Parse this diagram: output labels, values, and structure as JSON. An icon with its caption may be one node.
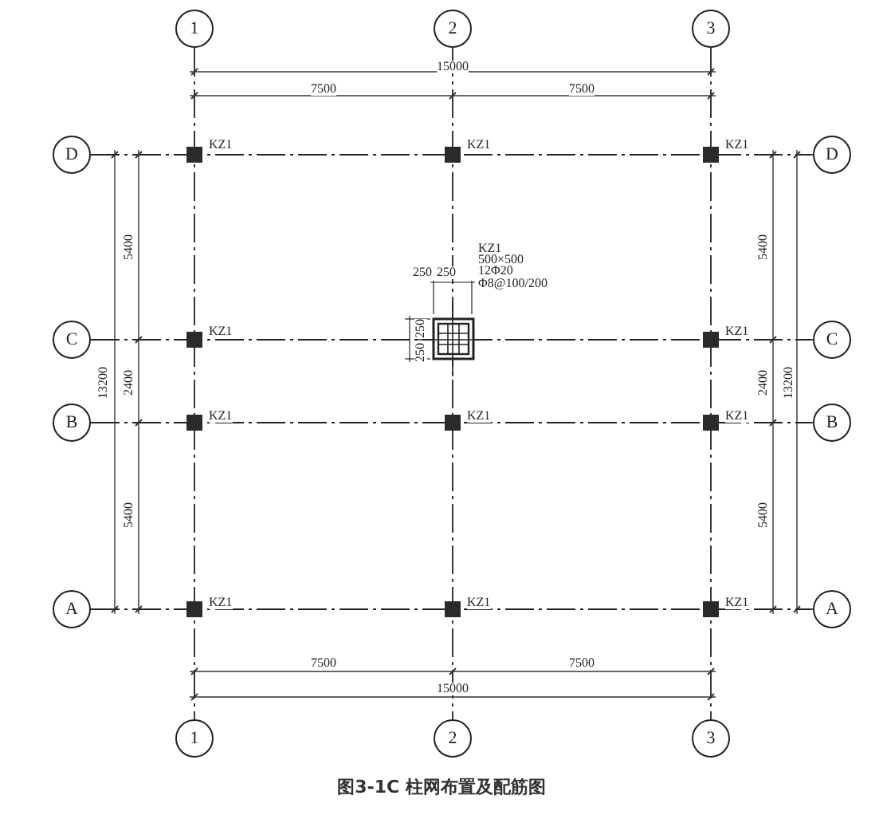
{
  "diagram": {
    "caption": "图3-1C   柱网布置及配筋图",
    "nodes": [
      {
        "text": [
          "1"
        ]
      },
      {
        "text": [
          "2"
        ]
      },
      {
        "text": [
          "3"
        ]
      },
      {
        "text": [
          "D"
        ]
      },
      {
        "text": [
          "D"
        ]
      },
      {
        "text": [
          "C"
        ]
      },
      {
        "text": [
          "C"
        ]
      },
      {
        "text": [
          "B"
        ]
      },
      {
        "text": [
          "B"
        ]
      },
      {
        "text": [
          "A"
        ]
      },
      {
        "text": [
          "A"
        ]
      },
      {
        "text": [
          "1"
        ]
      },
      {
        "text": [
          "2"
        ]
      },
      {
        "text": [
          "3"
        ]
      }
    ],
    "edges": [
      {
        "from": 0,
        "to": 11,
        "arrow": "none",
        "style": "dashed"
      },
      {
        "from": 1,
        "to": 12,
        "arrow": "none",
        "style": "dashed"
      },
      {
        "from": 2,
        "to": 13,
        "arrow": "none",
        "style": "dashed"
      },
      {
        "from": 3,
        "to": 4,
        "arrow": "none",
        "style": "dashed"
      },
      {
        "from": 5,
        "to": 6,
        "arrow": "none",
        "style": "dashed"
      },
      {
        "from": 7,
        "to": 8,
        "arrow": "none",
        "style": "dashed"
      },
      {
        "from": 9,
        "to": 10,
        "arrow": "none",
        "style": "dashed"
      }
    ],
    "labels": [
      "15000",
      "7500",
      "7500",
      "KZ1",
      "KZ1",
      "KZ1",
      "250",
      "250",
      "KZ1",
      "500×500",
      "12Φ20",
      "Φ8@100/200",
      "5400",
      "5400",
      "250",
      "250",
      "KZ1",
      "KZ1",
      "13200",
      "2400",
      "2400",
      "13200",
      "KZ1",
      "KZ1",
      "KZ1",
      "5400",
      "5400",
      "KZ1",
      "KZ1",
      "KZ1",
      "7500",
      "7500",
      "15000"
    ]
  }
}
